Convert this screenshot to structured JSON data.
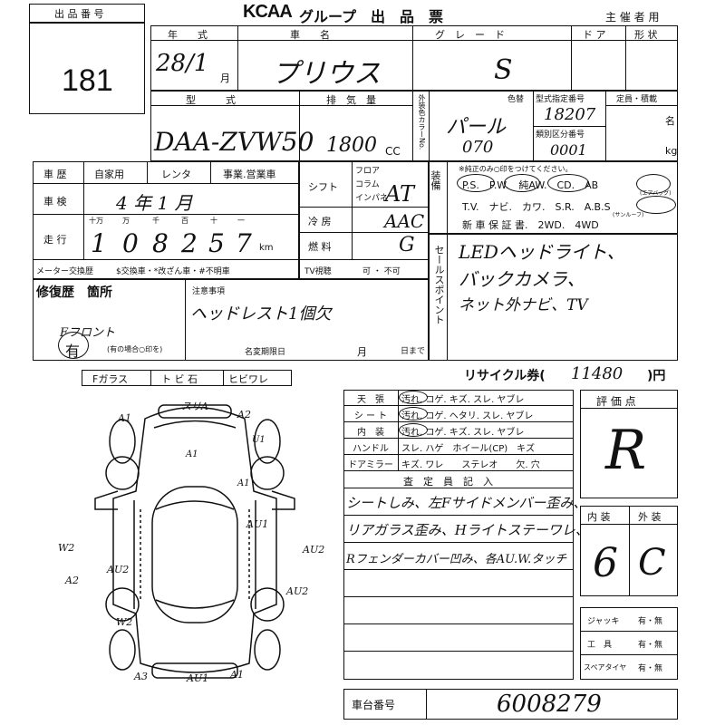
{
  "lot": {
    "label": "出 品 番 号",
    "number": "181"
  },
  "header": {
    "brand": "KCAA",
    "title": "グループ　出　品　票",
    "organizer": "主 催 者 用"
  },
  "row1": {
    "labels": {
      "year": "年　　式",
      "car": "車　　名",
      "grade": "グ　レ　ー　ド",
      "door": "ド ア",
      "shape": "形 状"
    },
    "year_value": "28/1",
    "year_suffix": "月",
    "car_name": "プリウス",
    "grade_value": "S"
  },
  "row2": {
    "labels": {
      "model": "型　　　式",
      "displacement": "排　気　量",
      "ext_color": "外装色カラーNo.",
      "color_name": "色替",
      "type_no": "型式指定番号",
      "class_no": "類別区分番号",
      "capacity": "定員・積載",
      "persons": "名",
      "kg": "kg"
    },
    "model_value": "DAA-ZVW50",
    "cc_value": "1800",
    "cc_unit": "CC",
    "color_value": "パール",
    "color_code": "070",
    "type_no_value": "18207",
    "class_no_value": "0001"
  },
  "history": {
    "label": "車 歴",
    "options": [
      "自家用",
      "レンタ",
      "事業.営業車"
    ],
    "inspection_label": "車 検",
    "inspection_value": "4 年 1 月",
    "mileage_label": "走 行",
    "mileage_units": [
      "十万",
      "万",
      "千",
      "百",
      "十",
      "一"
    ],
    "mileage_digits": [
      "1",
      "0",
      "8",
      "2",
      "5",
      "7"
    ],
    "mileage_unit": "km",
    "meter_label": "メーター交換歴",
    "meter_options": "$交換車・*改ざん車・#不明車"
  },
  "specs": {
    "shift_label": "シフト",
    "shift_options": [
      "フロア",
      "コラム",
      "インパネ"
    ],
    "shift_value": "AT",
    "ac_label": "冷 房",
    "ac_value": "AAC",
    "fuel_label": "燃 料",
    "fuel_value": "G",
    "tv_label": "TV視聴",
    "tv_options": "可 ・ 不可"
  },
  "equipment": {
    "side_label": "装備",
    "note": "※純正のみ○印をつけてください。",
    "row1": "P.S.　P.W.　純AW.　CD.　AB",
    "row1_small": "(エアバッグ)",
    "row2": "T.V.　ナビ.　カワ.　S.R.　A.B.S",
    "row2_small": "(サンルーフ)",
    "row3": "新 車 保 証 書.　2WD.　4WD"
  },
  "sales_points": {
    "side_label": "セールスポイント",
    "lines": [
      "LEDヘッドライト、",
      "バックカメラ、",
      "ネット外ナビ、TV"
    ]
  },
  "repair": {
    "label": "修復歴　箇所",
    "mark": "有",
    "note": "(有の場合○印を)",
    "handwritten": "Fフロント"
  },
  "notes": {
    "label": "注意事項",
    "handwritten": "ヘッドレスト1個欠",
    "expiry_label": "名変期限日",
    "month": "月",
    "day": "日まで"
  },
  "glass": {
    "labels": [
      "Fガラス",
      "ト ビ 石",
      "ヒビワレ"
    ]
  },
  "diagram_marks": [
    "A1",
    "A2",
    "スリA",
    "A1",
    "U1",
    "A1",
    "AU1",
    "W2",
    "AU2",
    "A2",
    "AU2",
    "AU2",
    "W2",
    "A3",
    "AU1",
    "A1"
  ],
  "recycle": {
    "label": "リサイクル券(",
    "value": "11480",
    "unit": ")円"
  },
  "condition": {
    "rows": [
      {
        "k": "天　張",
        "v": "汚れ. コゲ.  キズ.  スレ.  ヤブレ"
      },
      {
        "k": "シ ー ト",
        "v": "汚れ. コゲ.  ヘタリ.  スレ.  ヤブレ"
      },
      {
        "k": "内　装",
        "v": "汚れ. コゲ.  キズ.  スレ.  ヤブレ"
      },
      {
        "k": "ハンドル",
        "v": "スレ.  ハゲ　ホイール(CP)　キズ"
      },
      {
        "k": "ドアミラー",
        "v": "キズ.  ワレ　　ステレオ　　欠.  穴"
      }
    ],
    "inspector_label": "査　定　員　記　入",
    "inspector_lines": [
      "シートしみ、左Fサイドメンバー歪み、",
      "リアガラス歪み、Hライトステーワレ、",
      "Rフェンダーカバー凹み、各AU.W.タッチ"
    ]
  },
  "scores": {
    "label": "評 価 点",
    "overall": "R",
    "interior_label": "内 装",
    "exterior_label": "外 装",
    "interior": "6",
    "exterior": "C"
  },
  "extras": [
    {
      "k": "ジャッキ",
      "v": "有・無"
    },
    {
      "k": "工　具",
      "v": "有・無"
    },
    {
      "k": "スペアタイヤ",
      "v": "有・無"
    }
  ],
  "chassis": {
    "label": "車台番号",
    "value": "6008279"
  }
}
